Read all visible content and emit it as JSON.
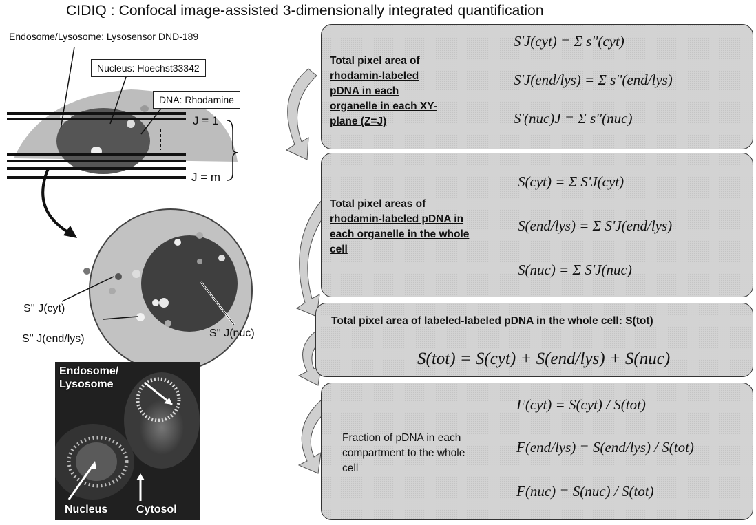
{
  "title": "CIDIQ : Confocal image-assisted 3-dimensionally integrated quantification",
  "labels": {
    "endosome": "Endosome/Lysosome: Lysosensor DND-189",
    "nucleus": "Nucleus: Hoechst33342",
    "dna": "DNA: Rhodamine"
  },
  "planes": {
    "j1": "J = 1",
    "jm": "J = m"
  },
  "cell_labels": {
    "cyt": "S'' J(cyt)",
    "end": "S'' J(end/lys)",
    "nuc": "S'' J(nuc)"
  },
  "micrograph": {
    "endosome": "Endosome/ Lysosome",
    "nucleus": "Nucleus",
    "cytosol": "Cytosol"
  },
  "panels": [
    {
      "description": "Total pixel area of rhodamin-labeled pDNA in each organelle in each XY-plane (Z=J)",
      "equations": [
        "S'J(cyt) = Σ s''(cyt)",
        "S'J(end/lys) = Σ s''(end/lys)",
        "S'(nuc)J = Σ s''(nuc)"
      ]
    },
    {
      "description": "Total pixel areas of rhodamin-labeled pDNA in each organelle in the whole cell",
      "equations": [
        "S(cyt) = Σ S'J(cyt)",
        "S(end/lys) = Σ S'J(end/lys)",
        "S(nuc) = Σ S'J(nuc)"
      ]
    },
    {
      "description": "Total pixel area of labeled-labeled pDNA in the whole cell: S(tot)",
      "equations": [
        "S(tot) = S(cyt) + S(end/lys) + S(nuc)"
      ]
    },
    {
      "description": "Fraction of pDNA in each compartment to the whole cell",
      "equations": [
        "F(cyt) = S(cyt) / S(tot)",
        "F(end/lys) = S(end/lys) / S(tot)",
        "F(nuc) = S(nuc) / S(tot)"
      ]
    }
  ],
  "colors": {
    "panel_fill": "#d3d3d3",
    "cell_fill": "#c2c2c2",
    "nucleus_fill": "#3f3f3f"
  }
}
